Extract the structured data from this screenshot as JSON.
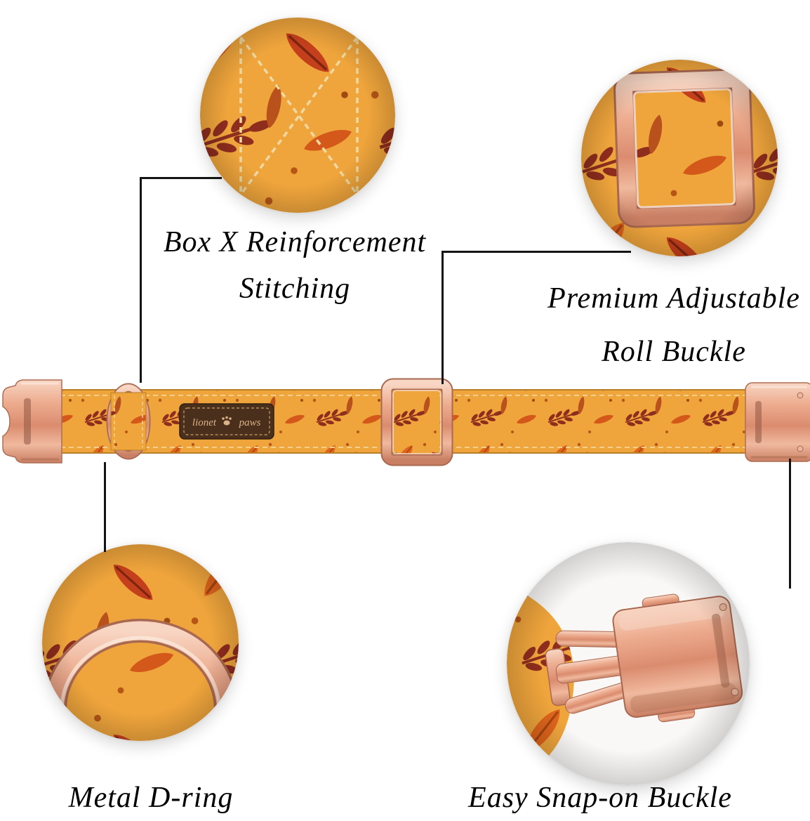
{
  "callouts": {
    "stitching": {
      "line1": "Box X Reinforcement",
      "line2": "Stitching"
    },
    "roll_buckle": {
      "line1": "Premium Adjustable",
      "line2": "Roll Buckle"
    },
    "d_ring": {
      "label": "Metal D-ring"
    },
    "snap_buckle": {
      "label": "Easy Snap-on Buckle"
    }
  },
  "collar": {
    "brand_left": "lionet",
    "brand_right": "paws"
  },
  "colors": {
    "background": "#FFFFFF",
    "fabric_base": "#F0A53C",
    "leaf_orange": "#E0651C",
    "leaf_red": "#C43F1B",
    "leaf_maroon": "#8E2C1E",
    "rose_gold": "#E8A88D",
    "leather_label": "#4A2F1D",
    "callout_line": "#141414",
    "text": "#000000"
  }
}
